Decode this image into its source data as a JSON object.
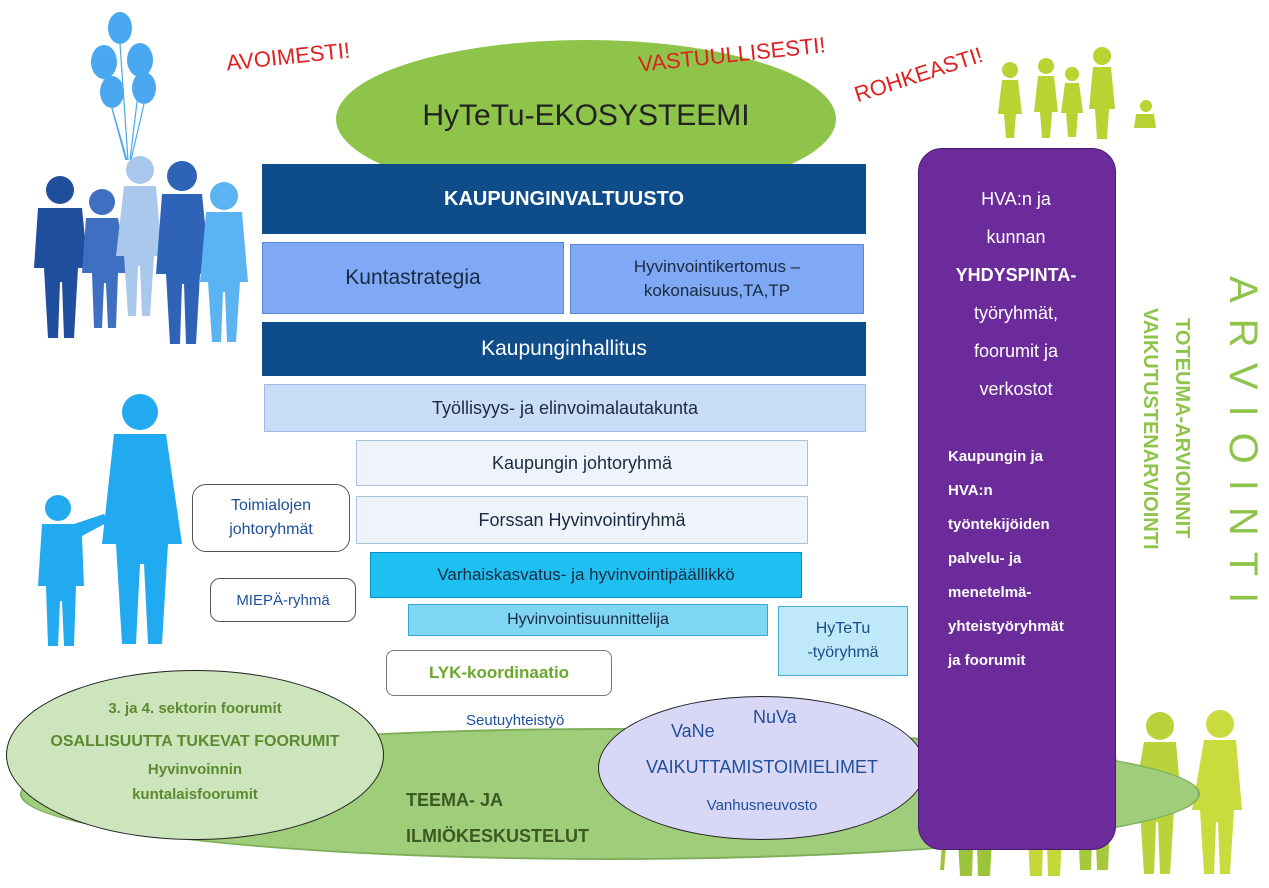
{
  "slogans": {
    "openly": "AVOIMESTI!",
    "responsibly": "VASTUULLISESTI!",
    "boldly": "ROHKEASTI!"
  },
  "ecosystem": {
    "title": "HyTeTu-EKOSYSTEEMI"
  },
  "hierarchy": {
    "council": "KAUPUNGINVALTUUSTO",
    "strategy": "Kuntastrategia",
    "report_line1": "Hyvinvointikertomus –",
    "report_line2": "kokonaisuus,TA,TP",
    "board": "Kaupunginhallitus",
    "committee": "Työllisyys- ja elinvoimalautakunta",
    "management": "Kaupungin johtoryhmä",
    "wellbeing_group": "Forssan Hyvinvointiryhmä",
    "manager": "Varhaiskasvatus- ja hyvinvointipäällikkö",
    "planner": "Hyvinvointisuunnittelija"
  },
  "side_groups": {
    "sector_mgmt_line1": "Toimialojen",
    "sector_mgmt_line2": "johtoryhmät",
    "miepa": "MIEPÄ-ryhmä",
    "hytetu_line1": "HyTeTu",
    "hytetu_line2": "-työryhmä",
    "lyk": "LYK-koordinaatio",
    "regional": "Seutuyhteistyö"
  },
  "forums": {
    "sector": "3. ja 4. sektorin foorumit",
    "participation": "OSALLISUUTTA TUKEVAT FOORUMIT",
    "welfare_line1": "Hyvinvoinnin",
    "welfare_line2": "kuntalaisfoorumit",
    "theme_line1": "TEEMA- JA",
    "theme_line2": "ILMIÖKESKUSTELUT"
  },
  "influence": {
    "vane": "VaNe",
    "nuva": "NuVa",
    "bodies": "VAIKUTTAMISTOIMIELIMET",
    "elderly": "Vanhusneuvosto"
  },
  "interface_panel": {
    "lines": [
      "HVA:n ja",
      "kunnan",
      "YHDYSPINTA-",
      "työryhmät,",
      "foorumit ja",
      "verkostot"
    ],
    "staff_lines": [
      "Kaupungin ja",
      "HVA:n",
      "työntekijöiden",
      "palvelu- ja",
      "menetelmä-",
      "yhteistyöryhmät",
      "ja foorumit"
    ]
  },
  "evaluation": {
    "main": "ARVIOINTI",
    "sub1": "TOTEUMA-ARVIOINNIT",
    "sub2": "VAIKUTUSTENARVIOINTI"
  },
  "colors": {
    "dark_blue": "#0f4c8a",
    "mid_blue": "#7fa9f4",
    "light_blue": "#c9dcf8",
    "cyan": "#1ec0f2",
    "green": "#8ec44a",
    "purple": "#6b2b9a",
    "red": "#e02020"
  }
}
